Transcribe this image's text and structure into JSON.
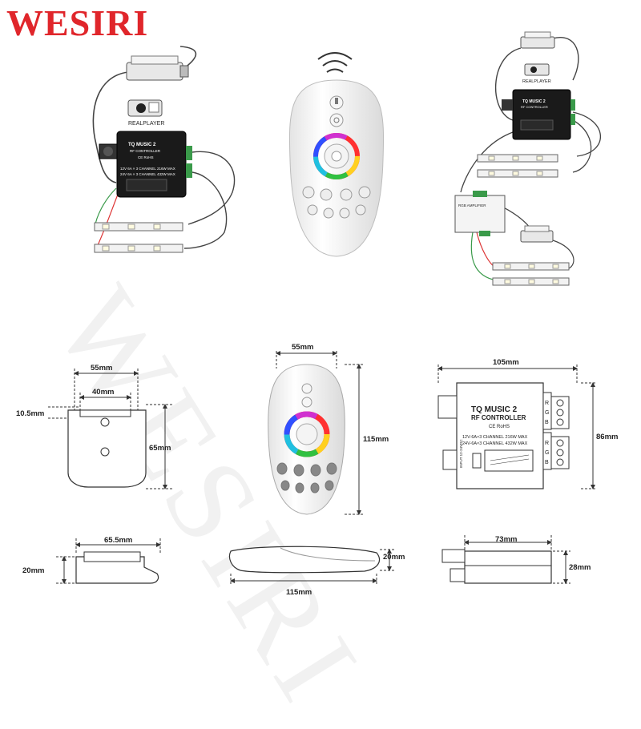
{
  "brand": "WESIRI",
  "watermark_text": "WESIRI",
  "colors": {
    "brand": "#e0262b",
    "controller_body": "#1a1a1a",
    "port_green": "#3a9a4a"
  },
  "labels": {
    "realplayer": "REALPLAYER",
    "controller_title": "TQ MUSIC 2",
    "controller_sub": "RF CONTROLLER",
    "rohs": "CE RoHS",
    "rating_1": "12V 6A × 3 CHANNEL   216W MAX",
    "rating_2": "24V 6A × 3 CHANNEL   432W MAX",
    "amplifier": "RGB AMPLIFIER",
    "rgb_r": "R",
    "rgb_g": "G",
    "rgb_b": "B",
    "ch_drawing_title": "TQ MUSIC 2",
    "ch_drawing_sub": "RF CONTROLLER",
    "ch_drawing_rohs": "CE RoHS",
    "ch_drawing_rating_1": "12V-6A×3 CHANNEL  216W MAX",
    "ch_drawing_rating_2": "24V-6A×3 CHANNEL  432W MAX",
    "input_label": "INPUT 12-24VDC"
  },
  "dimensions": {
    "holder_width_outer": "55mm",
    "holder_width_inner": "40mm",
    "holder_hole_offset": "10.5mm",
    "holder_height": "65mm",
    "holder_side_width": "65.5mm",
    "holder_side_height": "20mm",
    "remote_width": "55mm",
    "remote_height": "115mm",
    "remote_side_length": "115mm",
    "remote_side_height": "20mm",
    "controller_width": "105mm",
    "controller_height": "86mm",
    "controller_side_width": "73mm",
    "controller_side_height": "28mm"
  }
}
